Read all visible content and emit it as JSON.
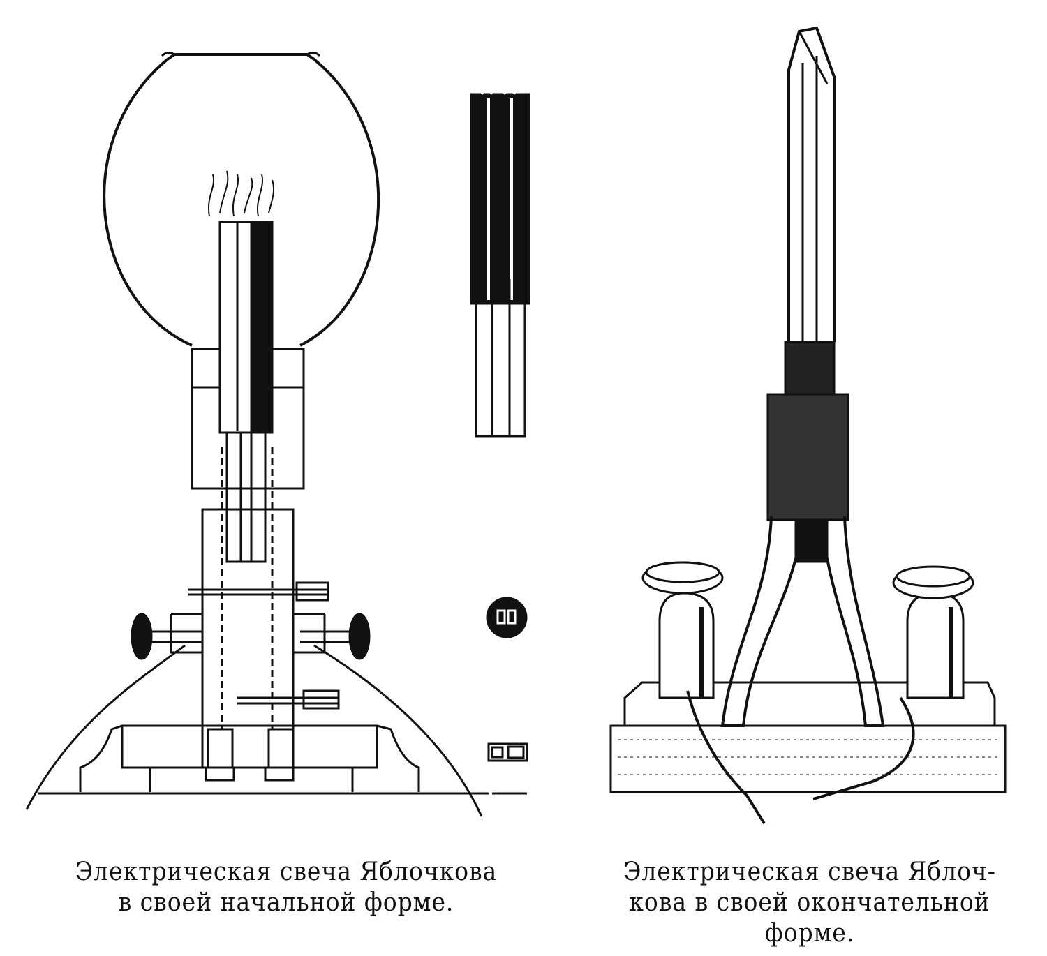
{
  "captions": {
    "left": {
      "line1": "Электрическая свеча Яблочкова",
      "line2": "в своей начальной форме."
    },
    "right": {
      "line1": "Электрическая свеча  Яблоч-",
      "line2": "кова  в своей окончательной",
      "line3": "форме."
    }
  },
  "colors": {
    "ink": "#111111",
    "paper": "#ffffff"
  }
}
